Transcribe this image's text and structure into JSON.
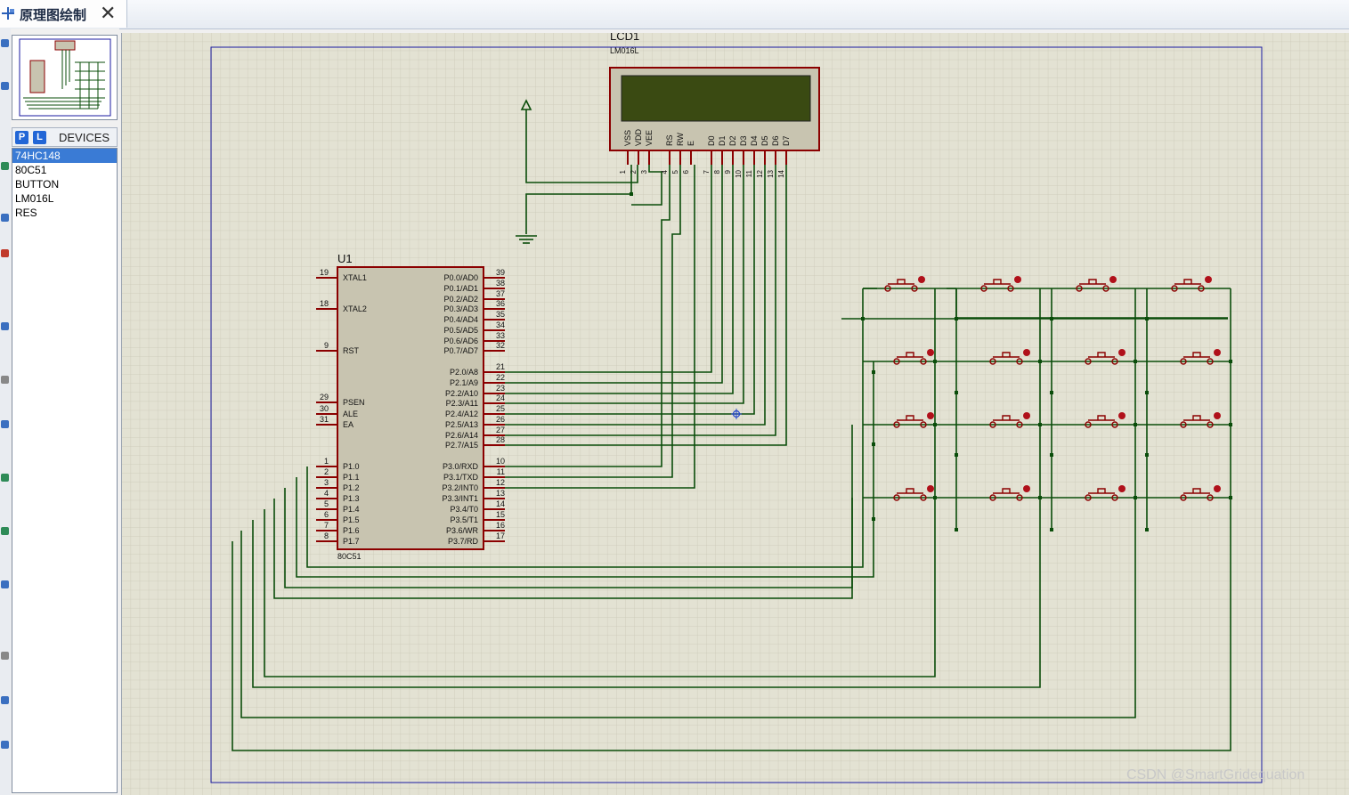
{
  "tab": {
    "title": "原理图绘制",
    "close": "✕"
  },
  "panel": {
    "p_button": "P",
    "l_button": "L",
    "devices_title": "DEVICES",
    "devices": [
      "74HC148",
      "80C51",
      "BUTTON",
      "LM016L",
      "RES"
    ],
    "selected_device": "74HC148"
  },
  "lcd": {
    "ref": "LCD1",
    "part": "LM016L",
    "pins": [
      {
        "name": "VSS",
        "num": "1"
      },
      {
        "name": "VDD",
        "num": "2"
      },
      {
        "name": "VEE",
        "num": "3"
      },
      {
        "name": "RS",
        "num": "4"
      },
      {
        "name": "RW",
        "num": "5"
      },
      {
        "name": "E",
        "num": "6"
      },
      {
        "name": "D0",
        "num": "7"
      },
      {
        "name": "D1",
        "num": "8"
      },
      {
        "name": "D2",
        "num": "9"
      },
      {
        "name": "D3",
        "num": "10"
      },
      {
        "name": "D4",
        "num": "11"
      },
      {
        "name": "D5",
        "num": "12"
      },
      {
        "name": "D6",
        "num": "13"
      },
      {
        "name": "D7",
        "num": "14"
      }
    ]
  },
  "mcu": {
    "ref": "U1",
    "part": "80C51",
    "left_pins": [
      {
        "name": "XTAL1",
        "num": "19"
      },
      {
        "name": "XTAL2",
        "num": "18"
      },
      {
        "name": "RST",
        "num": "9"
      },
      {
        "name": "PSEN",
        "num": "29"
      },
      {
        "name": "ALE",
        "num": "30"
      },
      {
        "name": "EA",
        "num": "31"
      },
      {
        "name": "P1.0",
        "num": "1"
      },
      {
        "name": "P1.1",
        "num": "2"
      },
      {
        "name": "P1.2",
        "num": "3"
      },
      {
        "name": "P1.3",
        "num": "4"
      },
      {
        "name": "P1.4",
        "num": "5"
      },
      {
        "name": "P1.5",
        "num": "6"
      },
      {
        "name": "P1.6",
        "num": "7"
      },
      {
        "name": "P1.7",
        "num": "8"
      }
    ],
    "right_pins": [
      {
        "name": "P0.0/AD0",
        "num": "39"
      },
      {
        "name": "P0.1/AD1",
        "num": "38"
      },
      {
        "name": "P0.2/AD2",
        "num": "37"
      },
      {
        "name": "P0.3/AD3",
        "num": "36"
      },
      {
        "name": "P0.4/AD4",
        "num": "35"
      },
      {
        "name": "P0.5/AD5",
        "num": "34"
      },
      {
        "name": "P0.6/AD6",
        "num": "33"
      },
      {
        "name": "P0.7/AD7",
        "num": "32"
      },
      {
        "name": "P2.0/A8",
        "num": "21"
      },
      {
        "name": "P2.1/A9",
        "num": "22"
      },
      {
        "name": "P2.2/A10",
        "num": "23"
      },
      {
        "name": "P2.3/A11",
        "num": "24"
      },
      {
        "name": "P2.4/A12",
        "num": "25"
      },
      {
        "name": "P2.5/A13",
        "num": "26"
      },
      {
        "name": "P2.6/A14",
        "num": "27"
      },
      {
        "name": "P2.7/A15",
        "num": "28"
      },
      {
        "name": "P3.0/RXD",
        "num": "10"
      },
      {
        "name": "P3.1/TXD",
        "num": "11"
      },
      {
        "name": "P3.2/INT0",
        "num": "12"
      },
      {
        "name": "P3.3/INT1",
        "num": "13"
      },
      {
        "name": "P3.4/T0",
        "num": "14"
      },
      {
        "name": "P3.5/T1",
        "num": "15"
      },
      {
        "name": "P3.6/WR",
        "num": "16"
      },
      {
        "name": "P3.7/RD",
        "num": "17"
      }
    ]
  },
  "keypad": {
    "rows": 4,
    "cols": 4,
    "component": "BUTTON"
  },
  "watermark": "CSDN @SmartGridequation",
  "colors": {
    "grid_bg": "#e3e2d3",
    "part_fill": "#c8c4b0",
    "part_border": "#8b0000",
    "wire": "#0a4d0a",
    "lcd_screen": "#3a4a12",
    "border": "#1a1aa0"
  }
}
